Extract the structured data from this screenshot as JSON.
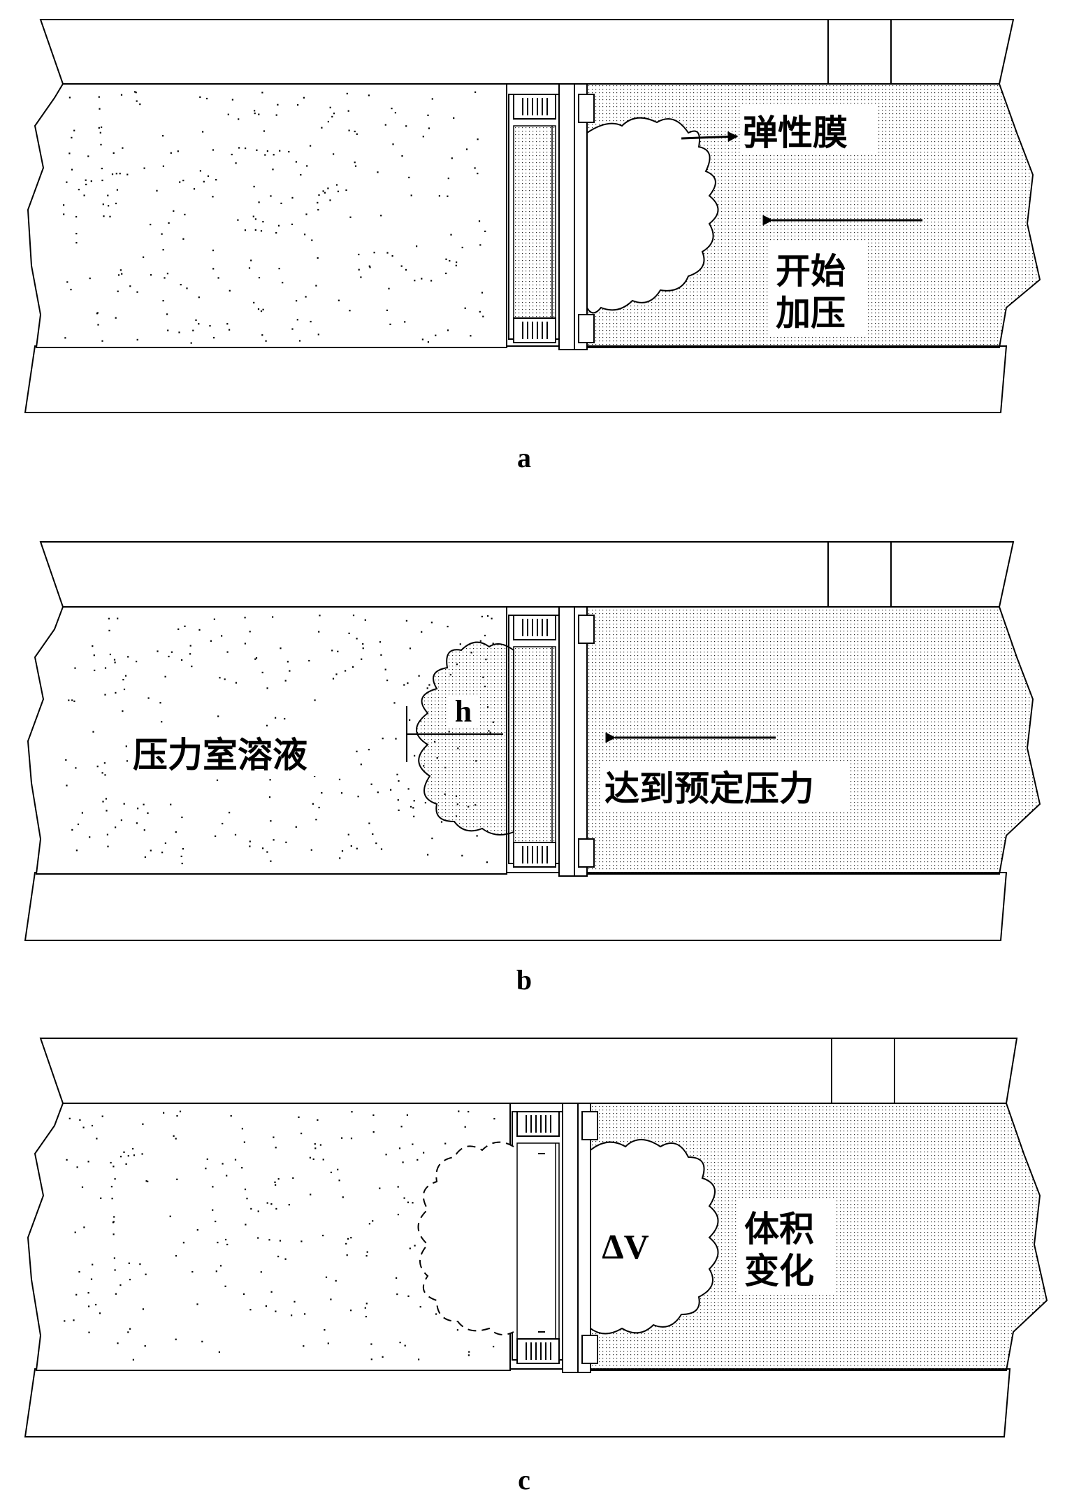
{
  "panels": [
    {
      "caption": "a",
      "labels": {
        "membrane": "弹性膜",
        "pressurize_l1": "开始",
        "pressurize_l2": "加压"
      }
    },
    {
      "caption": "b",
      "labels": {
        "height": "h",
        "chamber_solution": "压力室溶液",
        "target_pressure": "达到预定压力"
      }
    },
    {
      "caption": "c",
      "labels": {
        "volume_change": "ΔV",
        "volume_l1": "体积",
        "volume_l2": "变化"
      }
    }
  ]
}
